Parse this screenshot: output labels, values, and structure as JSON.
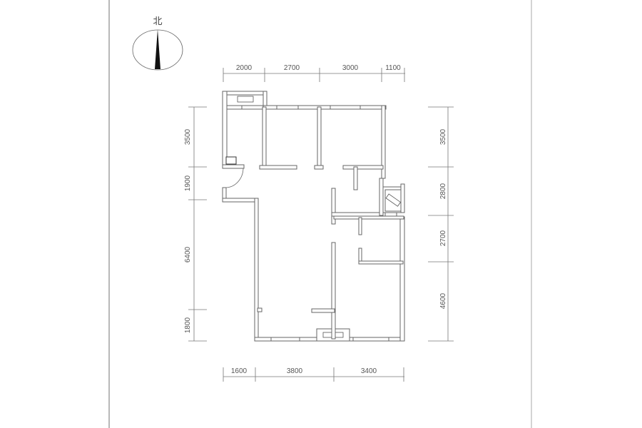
{
  "north_label": "北",
  "dimensions": {
    "top": [
      "2000",
      "2700",
      "3000",
      "1100"
    ],
    "bottom": [
      "1600",
      "3800",
      "3400"
    ],
    "left": [
      "3500",
      "1900",
      "6400",
      "1800"
    ],
    "right": [
      "3500",
      "2800",
      "2700",
      "4600"
    ]
  }
}
